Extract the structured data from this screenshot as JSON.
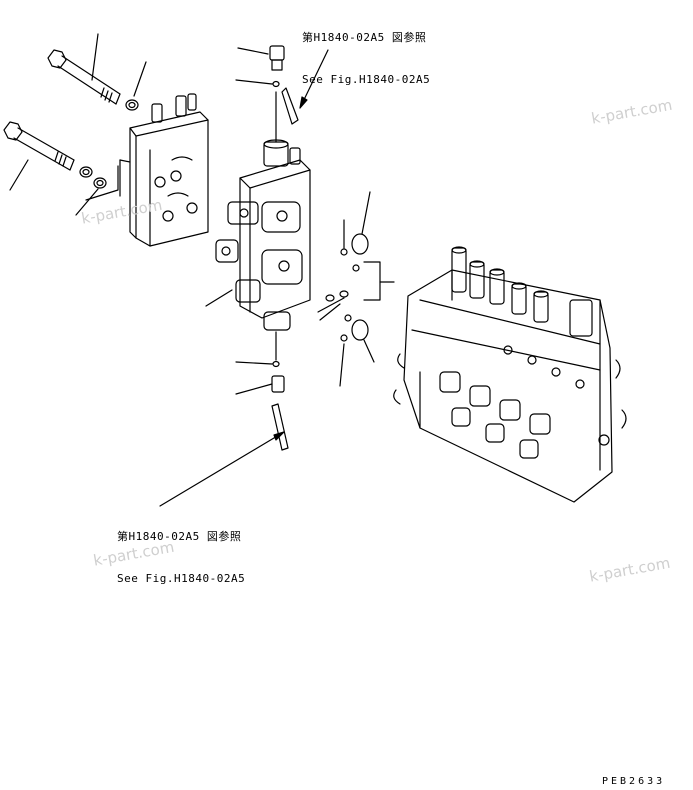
{
  "callouts": {
    "top": {
      "jp": "第H1840-02A5 図参照",
      "en": "See Fig.H1840-02A5"
    },
    "bottom": {
      "jp": "第H1840-02A5 図参照",
      "en": "See Fig.H1840-02A5"
    }
  },
  "watermarks": [
    "k-part.com",
    "k-part.com",
    "k-part.com",
    "k-part.com"
  ],
  "drawing_code": "PEB2633"
}
